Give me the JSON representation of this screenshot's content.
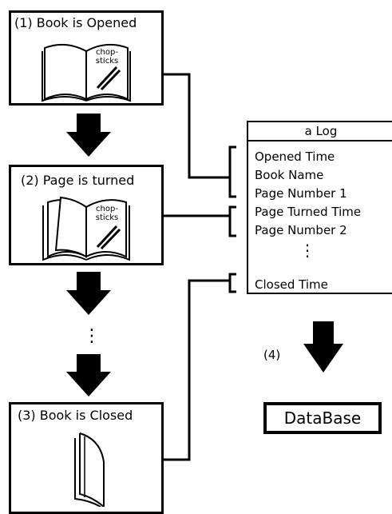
{
  "steps": [
    {
      "label": "(1) Book is Opened",
      "illustration_text_1": "chop-",
      "illustration_text_2": "sticks"
    },
    {
      "label": "(2) Page is turned",
      "illustration_text_1": "chop-",
      "illustration_text_2": "sticks"
    },
    {
      "label": "(3)  Book is Closed"
    }
  ],
  "log": {
    "title": "a Log",
    "fields": [
      "Opened Time",
      "Book Name",
      "Page Number 1",
      "Page Turned Time",
      "Page Number 2",
      "Closed Time"
    ],
    "ellipsis": "⋮"
  },
  "step4_label": "(4)",
  "database_label": "DataBase",
  "flow_ellipsis": "⋮"
}
